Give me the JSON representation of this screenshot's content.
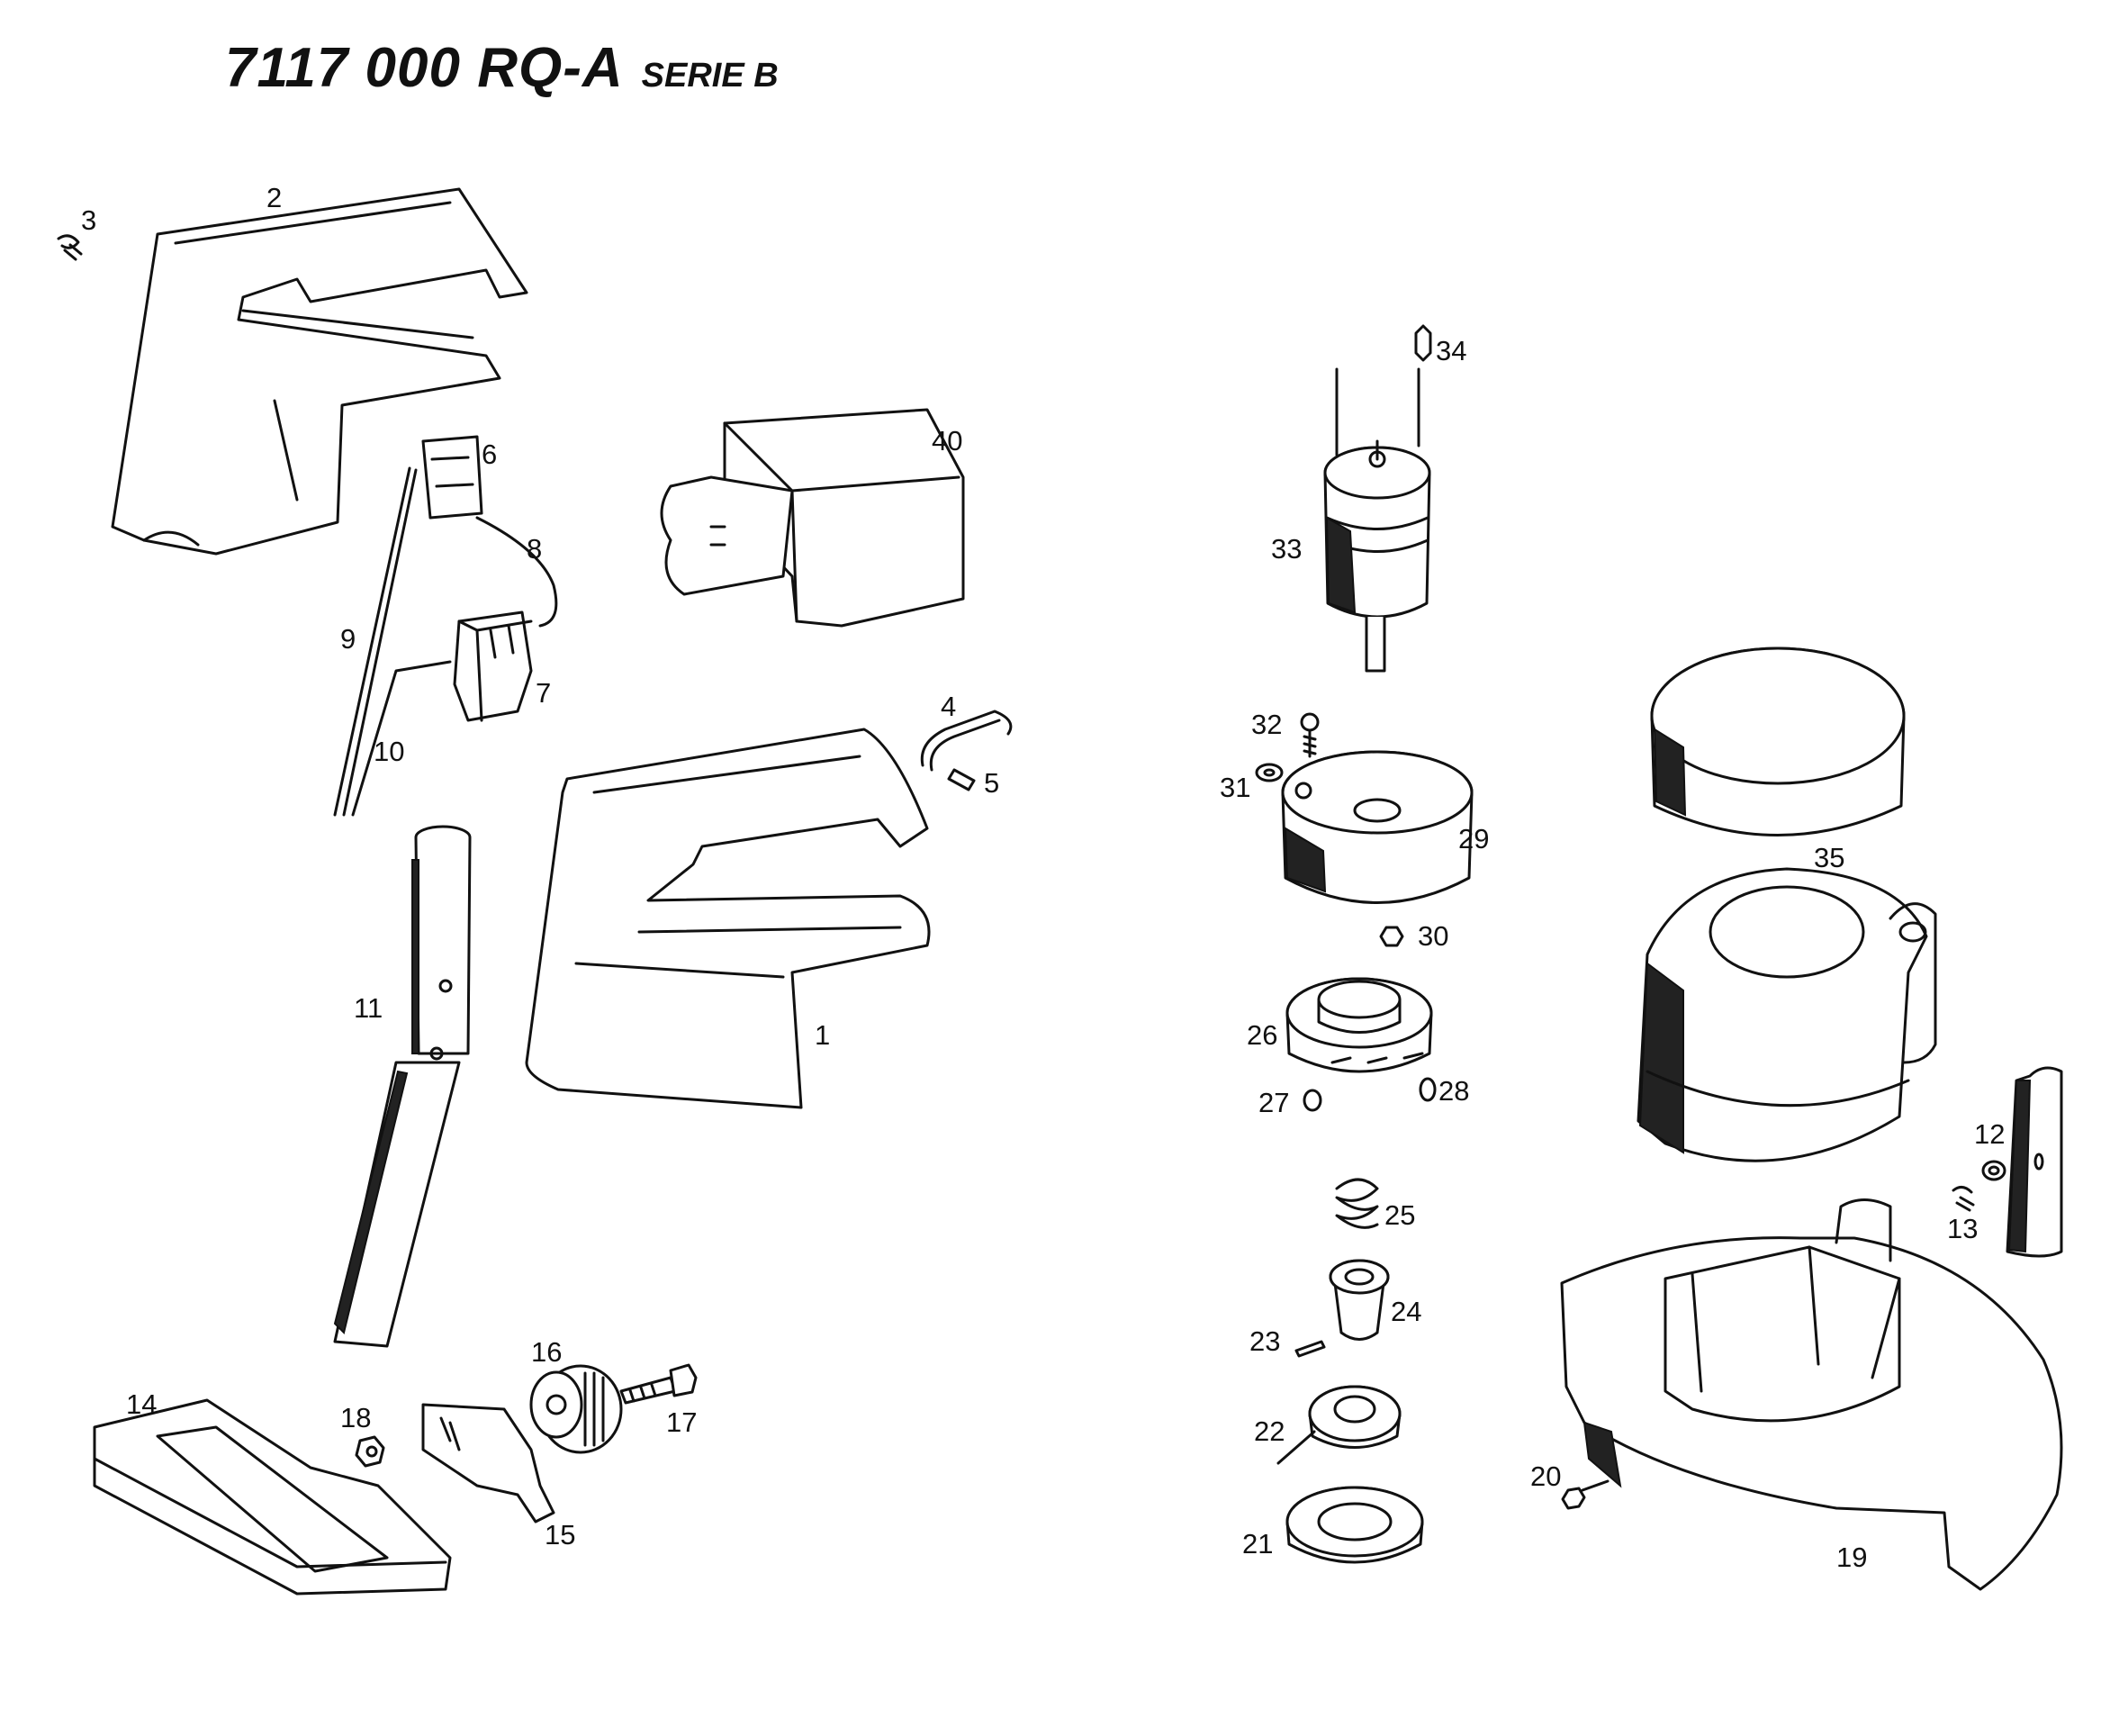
{
  "header": {
    "model": "7117 000  RQ-A",
    "series": "SERIE B"
  },
  "labels": [
    "1",
    "2",
    "3",
    "4",
    "5",
    "6",
    "7",
    "8",
    "9",
    "10",
    "11",
    "12",
    "13",
    "14",
    "15",
    "16",
    "17",
    "18",
    "19",
    "20",
    "21",
    "22",
    "23",
    "24",
    "25",
    "26",
    "27",
    "28",
    "29",
    "30",
    "31",
    "32",
    "33",
    "34",
    "35",
    "40"
  ]
}
